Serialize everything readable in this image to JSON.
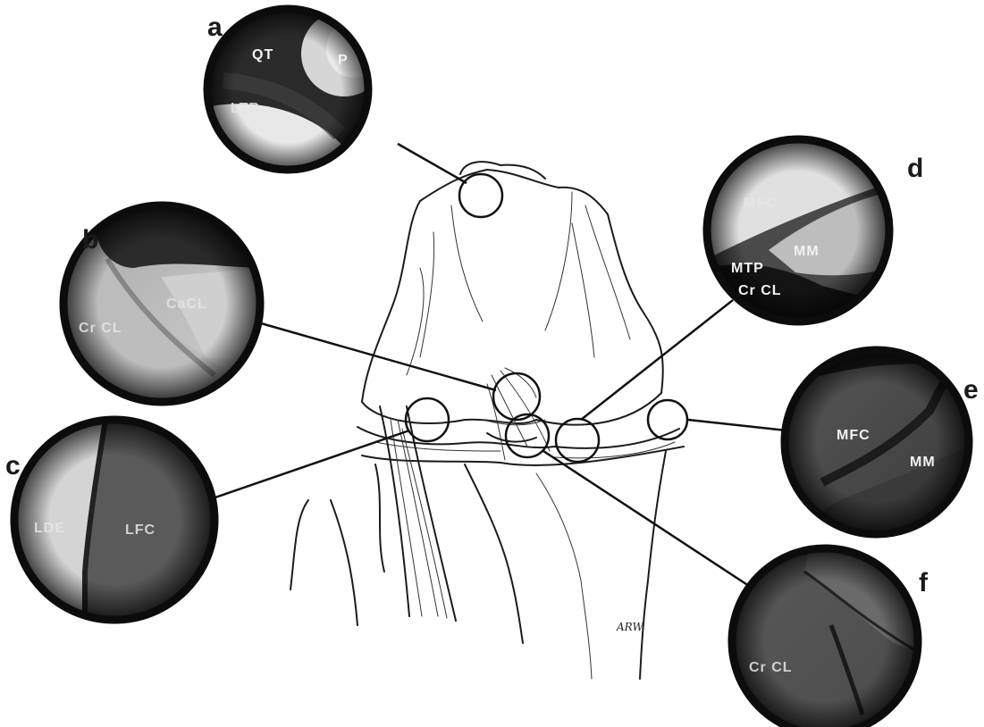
{
  "figure": {
    "signature": "ARW",
    "insets": [
      {
        "letter": "a",
        "labels": [
          "QT",
          "P",
          "LTR"
        ]
      },
      {
        "letter": "b",
        "labels": [
          "CaCL",
          "Cr CL"
        ]
      },
      {
        "letter": "c",
        "labels": [
          "LDE",
          "LFC"
        ]
      },
      {
        "letter": "d",
        "labels": [
          "MFC",
          "MM",
          "MTP",
          "Cr CL"
        ]
      },
      {
        "letter": "e",
        "labels": [
          "MFC",
          "MM"
        ]
      },
      {
        "letter": "f",
        "labels": [
          "Cr CL"
        ]
      }
    ]
  }
}
